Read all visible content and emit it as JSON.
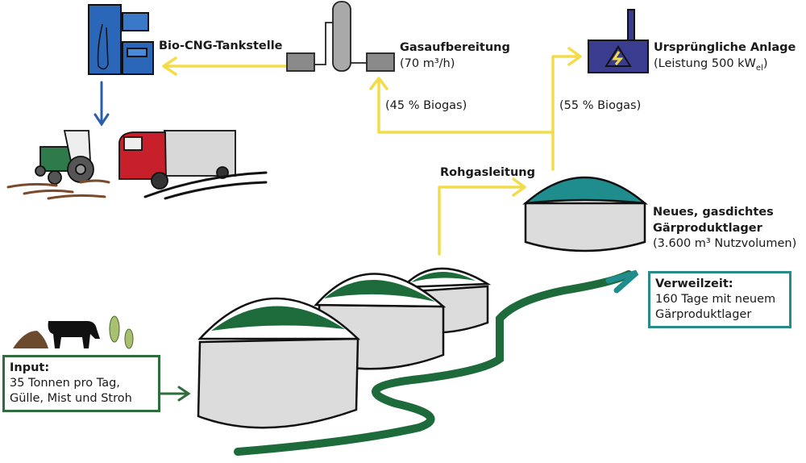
{
  "colors": {
    "gas_line": "#f2dc4a",
    "digester_green": "#1d6b3a",
    "storage_teal": "#1f8c8e",
    "dispenser_blue": "#2a67b8",
    "chp_blue": "#3a3d8f",
    "tank_gray": "#d9d9d9",
    "input_border": "#2e6e3c",
    "dwell_border": "#2a8a8a"
  },
  "nodes": {
    "cng_station": {
      "label": "Bio-CNG-Tankstelle"
    },
    "gas_upgrading": {
      "label": "Gasaufbereitung",
      "detail": "(70 m³/h)"
    },
    "original_plant": {
      "label": "Ursprüngliche Anlage",
      "detail_prefix": "(Leistung 500 kW",
      "detail_sub": "el",
      "detail_suffix": ")"
    },
    "raw_gas_line": {
      "label": "Rohgasleitung"
    },
    "storage": {
      "label_line1": "Neues, gasdichtes",
      "label_line2": "Gärproduktlager",
      "detail": "(3.600 m³ Nutzvolumen)"
    }
  },
  "flows": {
    "to_upgrading": "(45 % Biogas)",
    "to_original": "(55 % Biogas)"
  },
  "input_box": {
    "title": "Input:",
    "line1": "35 Tonnen pro Tag,",
    "line2": "Gülle, Mist und Stroh"
  },
  "dwell_box": {
    "title": "Verweilzeit:",
    "line1": "160 Tage mit neuem",
    "line2": "Gärproduktlager"
  },
  "icons": [
    "fuel-dispenser-icon",
    "gas-upgrading-column-icon",
    "chp-unit-icon",
    "tractor-icon",
    "truck-icon",
    "manure-pile-icon",
    "cow-icon",
    "corn-plant-icon",
    "digester-tank-icon",
    "storage-tank-icon"
  ]
}
